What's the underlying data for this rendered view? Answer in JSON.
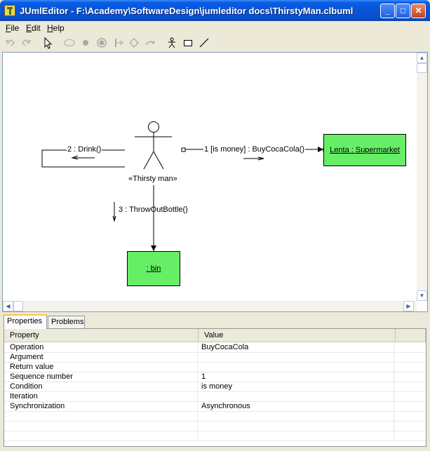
{
  "window": {
    "title": "JUmlEditor - F:\\Academy\\SoftwareDesign\\jumleditor docs\\ThirstyMan.clbuml",
    "min_glyph": "_",
    "max_glyph": "□",
    "close_glyph": "✕"
  },
  "menu": {
    "file": {
      "hot": "F",
      "rest": "ile"
    },
    "edit": {
      "hot": "E",
      "rest": "dit"
    },
    "help": {
      "hot": "H",
      "rest": "elp"
    }
  },
  "toolbar": {
    "icons": [
      "undo-icon",
      "redo-icon",
      "select-arrow-icon",
      "use-case-ellipse-icon",
      "initial-state-icon",
      "final-state-icon",
      "fork-icon",
      "decision-diamond-icon",
      "self-transition-icon",
      "actor-icon",
      "class-rectangle-icon",
      "association-line-icon"
    ]
  },
  "diagram": {
    "actor_label": "«Thirsty man»",
    "message_drink": "2 : Drink()",
    "message_buy": "1 [is money] : BuyCocaCola()",
    "message_throw": "3 : ThrowOutBottle()",
    "supermarket_label": "Lenta : Supermarket",
    "bin_label": " : bin",
    "box_color": "#66ee66"
  },
  "panel": {
    "tabs": [
      "Properties",
      "Problems"
    ],
    "active_tab": "Properties",
    "columns": [
      "Property",
      "Value"
    ],
    "rows": [
      {
        "property": "Operation",
        "value": "BuyCocaCola"
      },
      {
        "property": "Argument",
        "value": ""
      },
      {
        "property": "Return value",
        "value": ""
      },
      {
        "property": "Sequence number",
        "value": "1"
      },
      {
        "property": "Condition",
        "value": "is money"
      },
      {
        "property": "Iteration",
        "value": ""
      },
      {
        "property": "Synchronization",
        "value": "Asynchronous"
      },
      {
        "property": "",
        "value": ""
      },
      {
        "property": "",
        "value": ""
      },
      {
        "property": "",
        "value": ""
      }
    ]
  }
}
